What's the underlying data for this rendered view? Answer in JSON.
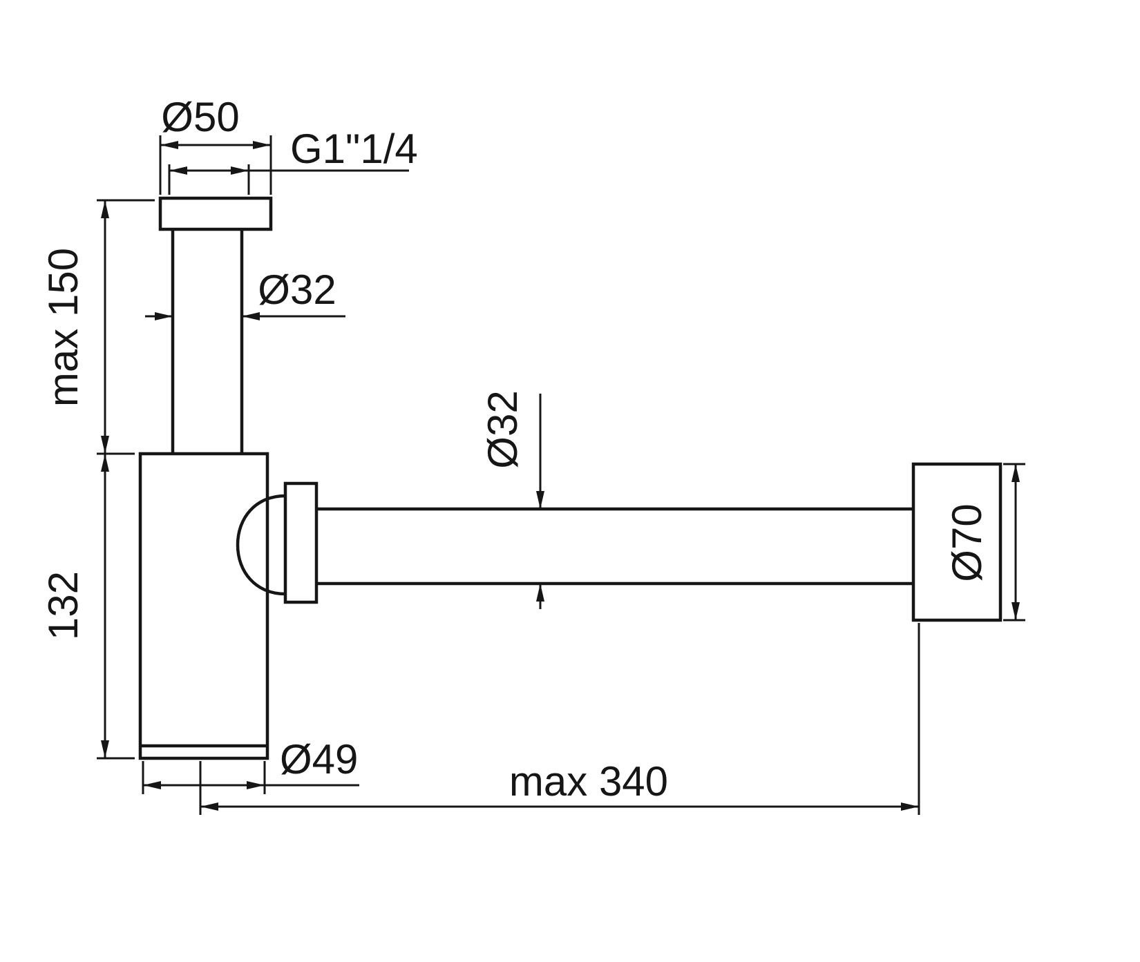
{
  "drawing": {
    "background": "#ffffff",
    "line_color": "#161616",
    "dimensions": {
      "top_flange_diameter": "Ø50",
      "thread_size": "G1\"1/4",
      "inlet_max_height": "max 150",
      "inlet_pipe_diameter": "Ø32",
      "outlet_pipe_diameter": "Ø32",
      "wall_flange_diameter": "Ø70",
      "body_height": "132",
      "body_bottom_diameter": "Ø49",
      "outlet_max_length": "max 340"
    }
  }
}
